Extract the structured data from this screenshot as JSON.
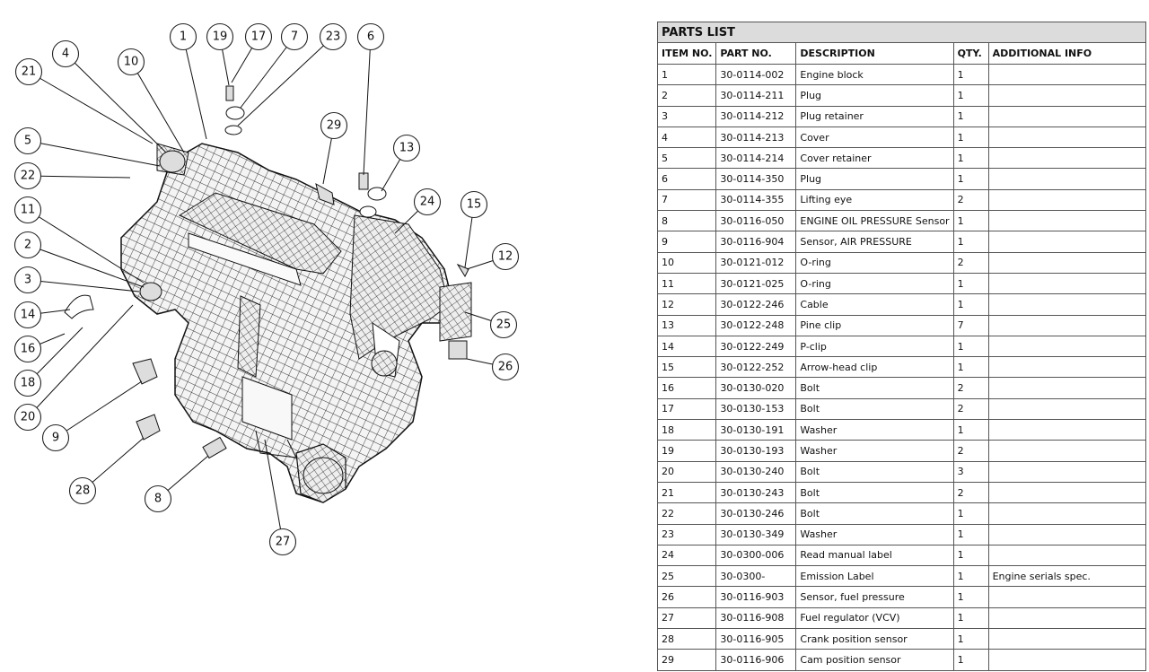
{
  "parts_list": {
    "title": "PARTS LIST",
    "columns": [
      "ITEM NO.",
      "PART NO.",
      "DESCRIPTION",
      "QTY.",
      "ADDITIONAL INFO"
    ],
    "rows": [
      {
        "item": "1",
        "part": "30-0114-002",
        "desc": "Engine block",
        "qty": "1",
        "info": ""
      },
      {
        "item": "2",
        "part": "30-0114-211",
        "desc": "Plug",
        "qty": "1",
        "info": ""
      },
      {
        "item": "3",
        "part": "30-0114-212",
        "desc": "Plug retainer",
        "qty": "1",
        "info": ""
      },
      {
        "item": "4",
        "part": "30-0114-213",
        "desc": "Cover",
        "qty": "1",
        "info": ""
      },
      {
        "item": "5",
        "part": "30-0114-214",
        "desc": "Cover retainer",
        "qty": "1",
        "info": ""
      },
      {
        "item": "6",
        "part": "30-0114-350",
        "desc": "Plug",
        "qty": "1",
        "info": ""
      },
      {
        "item": "7",
        "part": "30-0114-355",
        "desc": "Lifting eye",
        "qty": "2",
        "info": ""
      },
      {
        "item": "8",
        "part": "30-0116-050",
        "desc": "ENGINE OIL PRESSURE Sensor",
        "qty": "1",
        "info": ""
      },
      {
        "item": "9",
        "part": "30-0116-904",
        "desc": "Sensor, AIR PRESSURE",
        "qty": "1",
        "info": ""
      },
      {
        "item": "10",
        "part": "30-0121-012",
        "desc": "O-ring",
        "qty": "2",
        "info": ""
      },
      {
        "item": "11",
        "part": "30-0121-025",
        "desc": "O-ring",
        "qty": "1",
        "info": ""
      },
      {
        "item": "12",
        "part": "30-0122-246",
        "desc": "Cable",
        "qty": "1",
        "info": ""
      },
      {
        "item": "13",
        "part": "30-0122-248",
        "desc": "Pine clip",
        "qty": "7",
        "info": ""
      },
      {
        "item": "14",
        "part": "30-0122-249",
        "desc": "P-clip",
        "qty": "1",
        "info": ""
      },
      {
        "item": "15",
        "part": "30-0122-252",
        "desc": "Arrow-head clip",
        "qty": "1",
        "info": ""
      },
      {
        "item": "16",
        "part": "30-0130-020",
        "desc": "Bolt",
        "qty": "2",
        "info": ""
      },
      {
        "item": "17",
        "part": "30-0130-153",
        "desc": "Bolt",
        "qty": "2",
        "info": ""
      },
      {
        "item": "18",
        "part": "30-0130-191",
        "desc": "Washer",
        "qty": "1",
        "info": ""
      },
      {
        "item": "19",
        "part": "30-0130-193",
        "desc": "Washer",
        "qty": "2",
        "info": ""
      },
      {
        "item": "20",
        "part": "30-0130-240",
        "desc": "Bolt",
        "qty": "3",
        "info": ""
      },
      {
        "item": "21",
        "part": "30-0130-243",
        "desc": "Bolt",
        "qty": "2",
        "info": ""
      },
      {
        "item": "22",
        "part": "30-0130-246",
        "desc": "Bolt",
        "qty": "1",
        "info": ""
      },
      {
        "item": "23",
        "part": "30-0130-349",
        "desc": "Washer",
        "qty": "1",
        "info": ""
      },
      {
        "item": "24",
        "part": "30-0300-006",
        "desc": "Read manual label",
        "qty": "1",
        "info": ""
      },
      {
        "item": "25",
        "part": "30-0300-",
        "desc": "Emission Label",
        "qty": "1",
        "info": "Engine serials spec."
      },
      {
        "item": "26",
        "part": "30-0116-903",
        "desc": "Sensor, fuel pressure",
        "qty": "1",
        "info": ""
      },
      {
        "item": "27",
        "part": "30-0116-908",
        "desc": "Fuel regulator (VCV)",
        "qty": "1",
        "info": ""
      },
      {
        "item": "28",
        "part": "30-0116-905",
        "desc": "Crank position sensor",
        "qty": "1",
        "info": ""
      },
      {
        "item": "29",
        "part": "30-0116-906",
        "desc": "Cam position sensor",
        "qty": "1",
        "info": ""
      }
    ]
  },
  "diagram": {
    "callout_labels": [
      "1",
      "19",
      "17",
      "7",
      "23",
      "6",
      "4",
      "10",
      "21",
      "5",
      "22",
      "11",
      "2",
      "3",
      "14",
      "16",
      "18",
      "20",
      "9",
      "28",
      "8",
      "27",
      "29",
      "13",
      "24",
      "15",
      "12",
      "25",
      "26"
    ]
  }
}
